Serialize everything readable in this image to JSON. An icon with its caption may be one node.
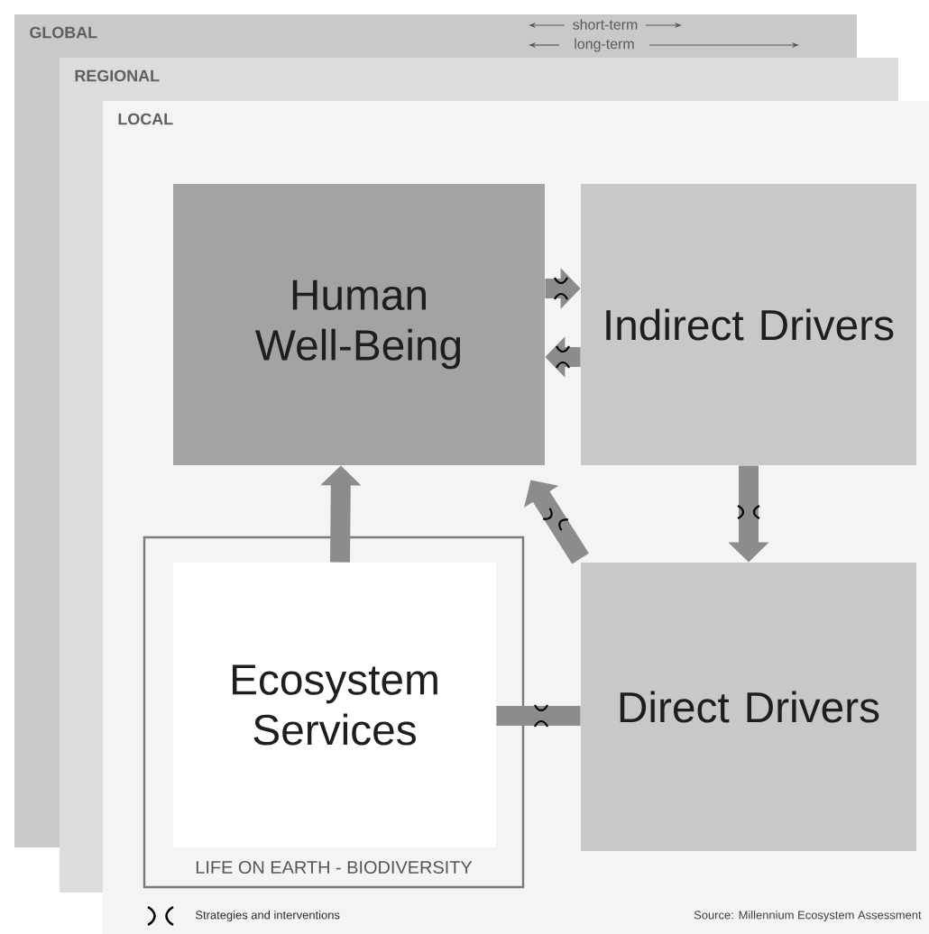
{
  "diagram": {
    "nodes": [
      {
        "text": [
          "GLOBAL"
        ]
      },
      {
        "text": [
          "REGIONAL"
        ],
        "in": 0
      },
      {
        "text": [
          "LOCAL"
        ],
        "in": 1
      },
      {
        "text": [
          "Human Well-Being"
        ],
        "in": 2
      },
      {
        "text": [
          "Indirect Drivers"
        ],
        "in": 2
      },
      {
        "text": [
          "LIFE ON EARTH - BIODIVERSITY"
        ],
        "in": 2
      },
      {
        "text": [
          "Ecosystem Services"
        ],
        "in": 5
      },
      {
        "text": [
          "Direct Drivers"
        ],
        "in": 2
      }
    ],
    "edges": [
      {
        "from": 3,
        "to": 4,
        "arrow": "to"
      },
      {
        "from": 4,
        "to": 3,
        "arrow": "to"
      },
      {
        "from": 4,
        "to": 7,
        "arrow": "to"
      },
      {
        "from": 7,
        "to": 3,
        "arrow": "to"
      },
      {
        "from": 6,
        "to": 3,
        "arrow": "to"
      },
      {
        "from": 6,
        "to": 7,
        "arrow": "none"
      }
    ],
    "labels": [
      "short-term",
      "long-term",
      "Source: Millennium Ecosystem Assessment"
    ],
    "legend": [
      {
        "text": "Strategies and interventions"
      }
    ]
  }
}
